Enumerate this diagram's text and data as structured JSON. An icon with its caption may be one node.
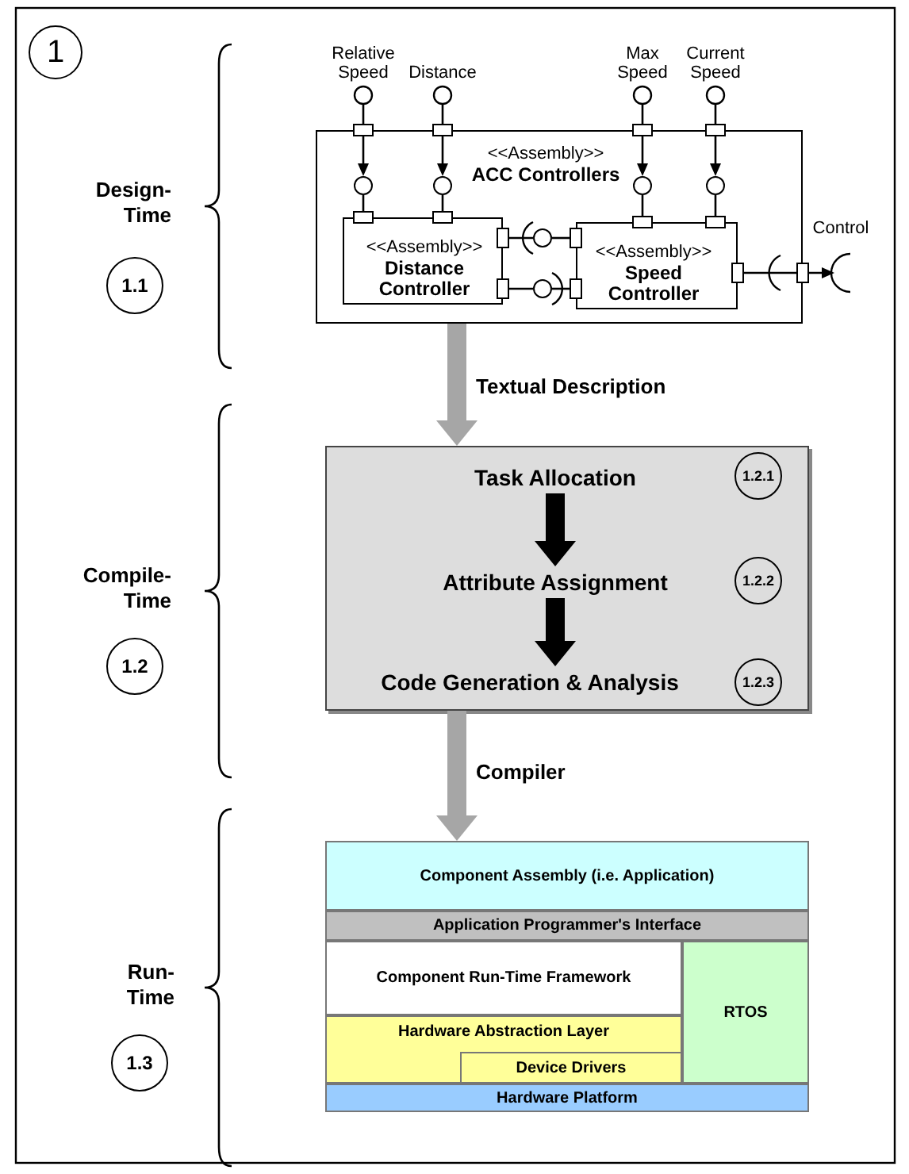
{
  "diagram": {
    "nodes": [
      {
        "text": [
          "1"
        ]
      },
      {
        "text": [
          "Relative Speed"
        ]
      },
      {
        "text": [
          "Distance"
        ]
      },
      {
        "text": [
          "Max Speed"
        ]
      },
      {
        "text": [
          "Current Speed"
        ]
      },
      {
        "text": [
          "<<Assembly>>",
          "ACC Controllers"
        ]
      },
      {
        "text": [],
        "shape": "circle",
        "in": 5
      },
      {
        "text": [],
        "shape": "circle",
        "in": 5
      },
      {
        "text": [],
        "shape": "circle",
        "in": 5
      },
      {
        "text": [],
        "shape": "circle",
        "in": 5
      },
      {
        "text": [
          "<<Assembly>>",
          "Distance Controller"
        ],
        "in": 5
      },
      {
        "text": [],
        "shape": "circle",
        "in": 5
      },
      {
        "text": [
          "<<Assembly>>",
          "Speed Controller"
        ],
        "in": 5
      },
      {
        "text": [],
        "shape": "circle",
        "in": 5
      },
      {
        "text": [
          "Control"
        ]
      },
      {
        "text": [
          "1.1"
        ]
      },
      {
        "text": [],
        "shape": "box"
      },
      {
        "text": [
          "Task Allocation"
        ],
        "in": 16
      },
      {
        "text": [
          "1.2.1"
        ],
        "in": 16
      },
      {
        "text": [
          "Attribute Assignment"
        ],
        "in": 16
      },
      {
        "text": [
          "1.2.2"
        ],
        "in": 16
      },
      {
        "text": [
          "Code Generation & Analysis"
        ],
        "in": 16
      },
      {
        "text": [
          "1.2.3"
        ],
        "in": 16
      },
      {
        "text": [
          "1.2"
        ]
      },
      {
        "text": [
          "Component Assembly (i.e. Application)"
        ]
      },
      {
        "text": [
          "Application Programmer's Interface"
        ]
      },
      {
        "text": [
          "Component Run-Time Framework"
        ]
      },
      {
        "text": [
          "RTOS"
        ]
      },
      {
        "text": [
          "Hardware Abstraction Layer"
        ]
      },
      {
        "text": [
          "Device Drivers"
        ],
        "in": 28
      },
      {
        "text": [
          "Hardware Platform"
        ]
      },
      {
        "text": [
          "1.3"
        ]
      }
    ],
    "edges": [
      {
        "from": 1,
        "to": 6,
        "arrow": "to"
      },
      {
        "from": 6,
        "to": 10,
        "arrow": "other"
      },
      {
        "from": 2,
        "to": 7,
        "arrow": "to"
      },
      {
        "from": 7,
        "to": 10,
        "arrow": "other"
      },
      {
        "from": 3,
        "to": 8,
        "arrow": "to"
      },
      {
        "from": 8,
        "to": 12,
        "arrow": "other"
      },
      {
        "from": 4,
        "to": 9,
        "arrow": "to"
      },
      {
        "from": 9,
        "to": 12,
        "arrow": "other"
      },
      {
        "from": 10,
        "to": 11,
        "arrow": "other"
      },
      {
        "from": 11,
        "to": 12,
        "arrow": "other"
      },
      {
        "from": 12,
        "to": 13,
        "arrow": "other"
      },
      {
        "from": 13,
        "to": 10,
        "arrow": "other"
      },
      {
        "from": 12,
        "to": 14,
        "arrow": "to"
      },
      {
        "from": 5,
        "to": 16,
        "arrow": "to",
        "label": "Textual Description",
        "style": "thick",
        "color": "#a6a6a6"
      },
      {
        "from": 16,
        "to": 24,
        "arrow": "to",
        "label": "Compiler",
        "style": "thick",
        "color": "#a6a6a6"
      },
      {
        "from": 17,
        "to": 19,
        "arrow": "to",
        "style": "thick"
      },
      {
        "from": 19,
        "to": 21,
        "arrow": "to",
        "style": "thick"
      }
    ],
    "labels": [
      "Design-Time",
      "Compile-Time",
      "Run-Time"
    ]
  }
}
